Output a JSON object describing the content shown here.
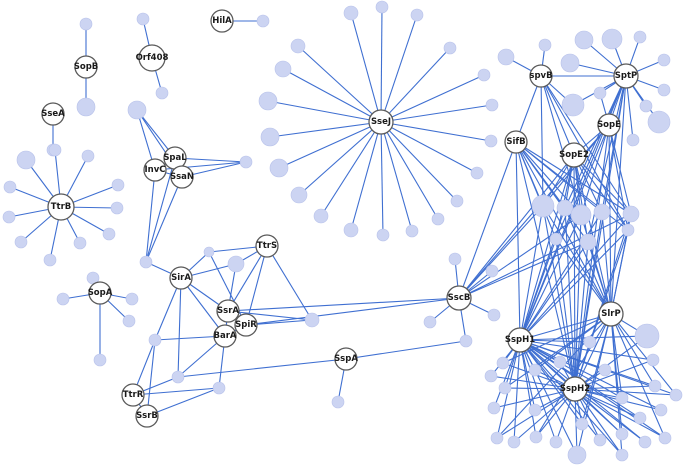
{
  "diagram": {
    "type": "network-graph",
    "colors": {
      "edge": "#3f6fd1",
      "leaf_node": "#ccd4f2",
      "hub_fill": "#ffffff",
      "hub_stroke": "#5a5a5a",
      "label": "#1a1a1a"
    },
    "hub_labels": {
      "SopB": "SopB",
      "Orf408": "Orf408",
      "HilA": "HilA",
      "SseA": "SseA",
      "TtrB": "TtrB",
      "SpaL": "SpaL",
      "InvC": "InvC",
      "SsaN": "SsaN",
      "SseJ": "SseJ",
      "spvB": "spvB",
      "SptP": "SptP",
      "SopE": "SopE",
      "SifB": "SifB",
      "SopE2": "SopE2",
      "TtrS": "TtrS",
      "SirA": "SirA",
      "SopA": "SopA",
      "SsrA": "SsrA",
      "SpiR": "SpiR",
      "BarA": "BarA",
      "SscB": "SscB",
      "SlrP": "SlrP",
      "SspH1": "SspH1",
      "SspA": "SspA",
      "TtrR": "TtrR",
      "SsrB": "SsrB",
      "SspH2": "SspH2"
    }
  }
}
